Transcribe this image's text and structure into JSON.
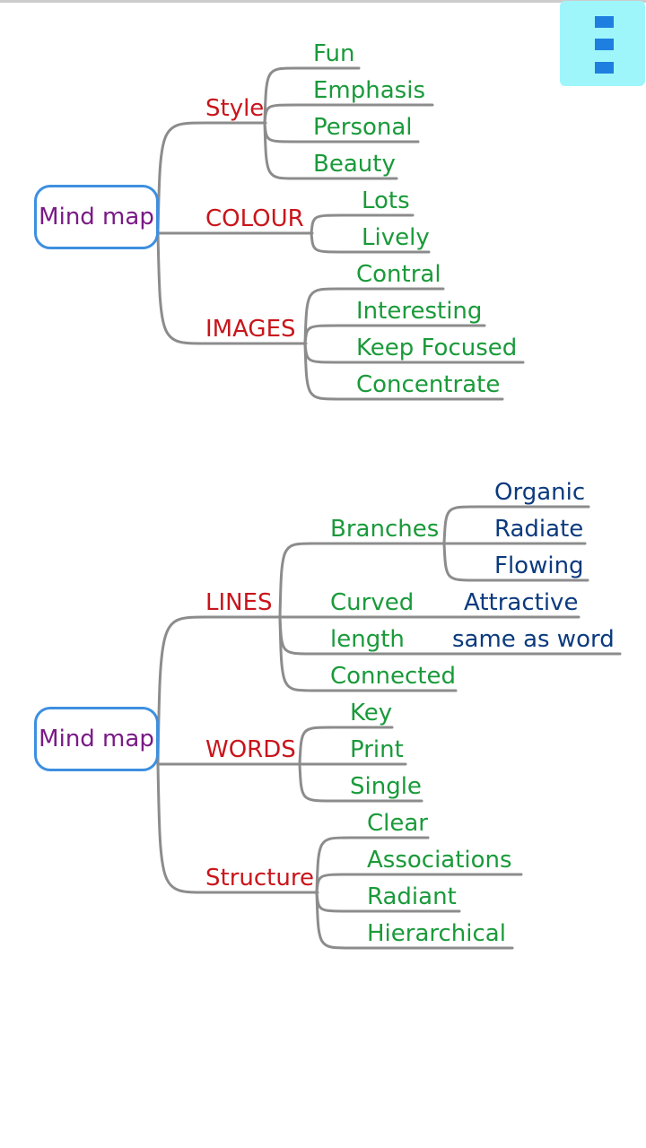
{
  "colors": {
    "root_text": "#7a1a86",
    "root_border": "#3d8fe0",
    "level1": "#c8151b",
    "level2": "#1a9a3a",
    "level3": "#0b3a7e",
    "line": "#8c8c8c",
    "menu_bg": "#9ef6fb",
    "menu_bar": "#1f7fe0"
  },
  "menu": {
    "icon": "overflow-menu-icon"
  },
  "maps": [
    {
      "root": "Mind map",
      "branches": [
        {
          "label": "Style",
          "children": [
            {
              "label": "Fun"
            },
            {
              "label": "Emphasis"
            },
            {
              "label": "Personal"
            },
            {
              "label": "Beauty"
            }
          ]
        },
        {
          "label": "COLOUR",
          "children": [
            {
              "label": "Lots"
            },
            {
              "label": "Lively"
            }
          ]
        },
        {
          "label": "IMAGES",
          "children": [
            {
              "label": "Contral"
            },
            {
              "label": "Interesting"
            },
            {
              "label": "Keep Focused"
            },
            {
              "label": "Concentrate"
            }
          ]
        }
      ]
    },
    {
      "root": "Mind map",
      "branches": [
        {
          "label": "LINES",
          "children": [
            {
              "label": "Branches",
              "children": [
                {
                  "label": "Organic"
                },
                {
                  "label": "Radiate"
                },
                {
                  "label": "Flowing"
                }
              ]
            },
            {
              "label": "Curved",
              "children": [
                {
                  "label": "Attractive"
                }
              ]
            },
            {
              "label": "length",
              "children": [
                {
                  "label": "same as word"
                }
              ]
            },
            {
              "label": "Connected"
            }
          ]
        },
        {
          "label": "WORDS",
          "children": [
            {
              "label": "Key"
            },
            {
              "label": "Print"
            },
            {
              "label": "Single"
            }
          ]
        },
        {
          "label": "Structure",
          "children": [
            {
              "label": "Clear"
            },
            {
              "label": "Associations"
            },
            {
              "label": "Radiant"
            },
            {
              "label": "Hierarchical"
            }
          ]
        }
      ]
    }
  ]
}
